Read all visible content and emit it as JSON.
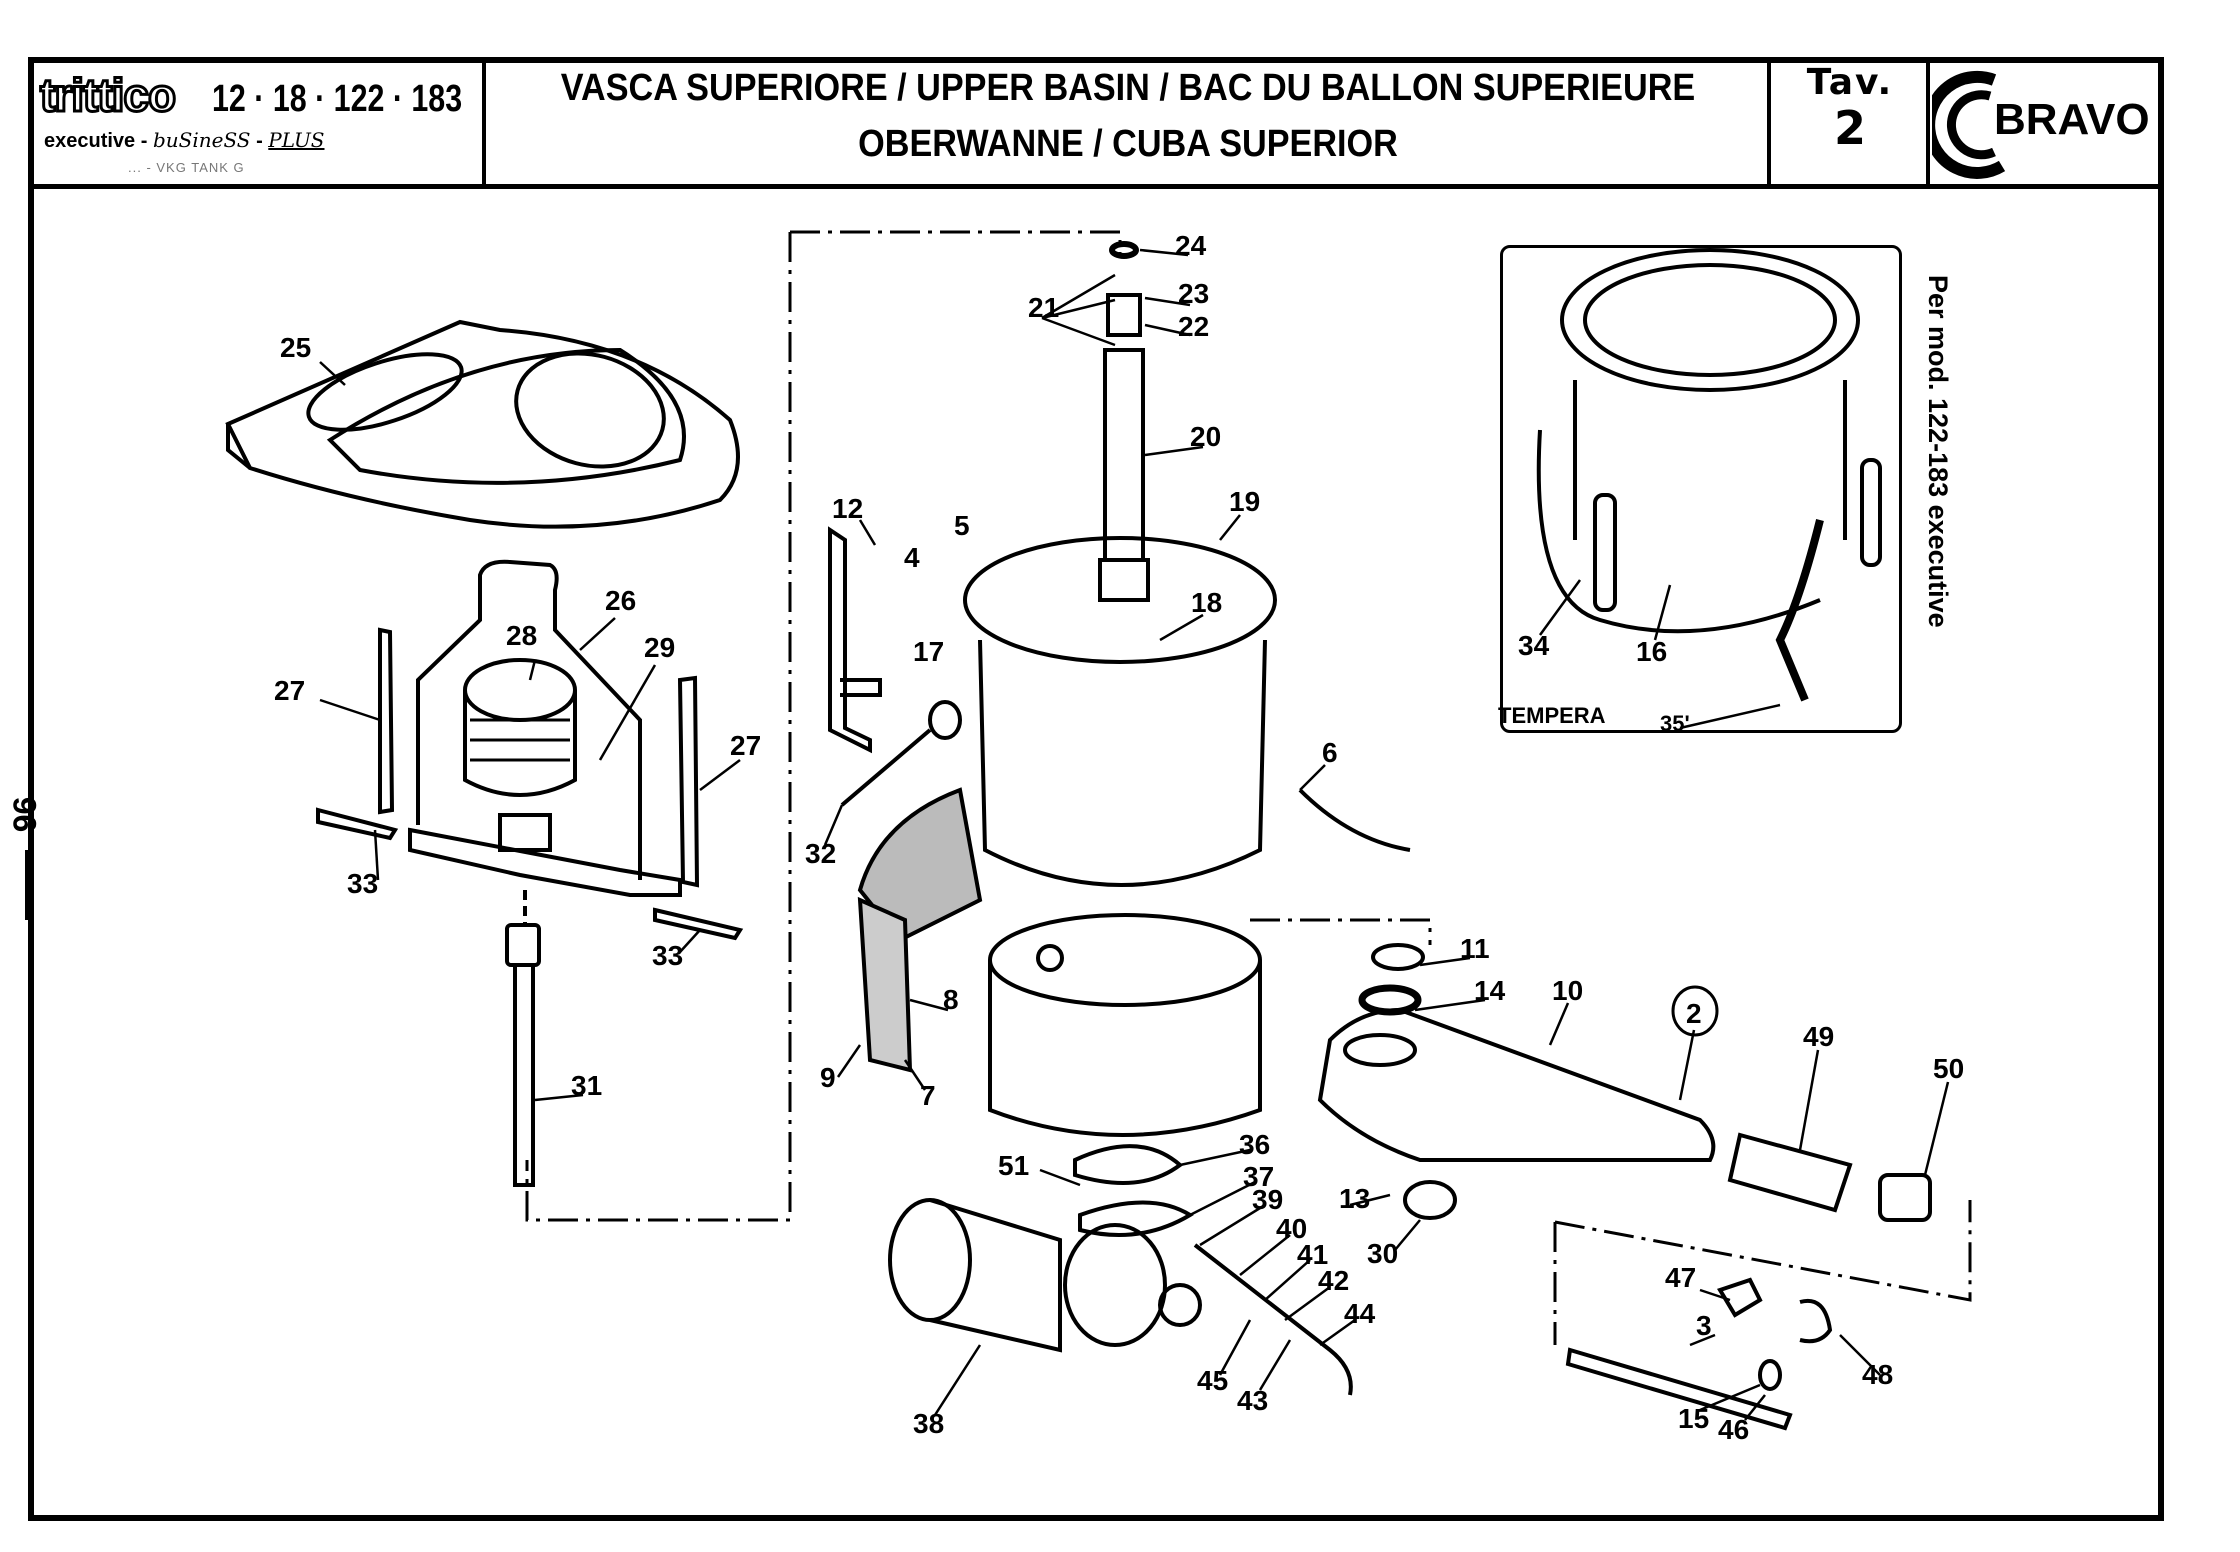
{
  "header": {
    "brand_logo": "trittico",
    "brand_models": "12 · 18 · 122 · 183",
    "brand_variants": [
      "executive",
      "buSineSS",
      "PLUS"
    ],
    "brand_subline": "...  - VKG TANK G",
    "title_line1": "VASCA SUPERIORE / UPPER BASIN / BAC DU BALLON SUPERIEURE",
    "title_line2": "OBERWANNE / CUBA SUPERIOR",
    "table_label": "Tav.",
    "table_number": "2",
    "maker_logo": "BRAVO"
  },
  "page_number": "96",
  "inset": {
    "note": "Per mod. 122-183 executive",
    "caption": "TEMPERA",
    "labels": [
      "34",
      "16",
      "35'"
    ]
  },
  "part_labels": {
    "p2": "2",
    "p3": "3",
    "p4": "4",
    "p5": "5",
    "p6": "6",
    "p7": "7",
    "p8": "8",
    "p9": "9",
    "p10": "10",
    "p11": "11",
    "p12": "12",
    "p13": "13",
    "p14": "14",
    "p15": "15",
    "p17": "17",
    "p18": "18",
    "p19": "19",
    "p20": "20",
    "p21": "21",
    "p22": "22",
    "p23": "23",
    "p24": "24",
    "p25": "25",
    "p26": "26",
    "p27": "27",
    "p28": "28",
    "p29": "29",
    "p30": "30",
    "p31": "31",
    "p32": "32",
    "p33": "33",
    "p36": "36",
    "p37": "37",
    "p38": "38",
    "p39": "39",
    "p40": "40",
    "p41": "41",
    "p42": "42",
    "p43": "43",
    "p44": "44",
    "p45": "45",
    "p46": "46",
    "p47": "47",
    "p48": "48",
    "p49": "49",
    "p50": "50",
    "p51": "51"
  }
}
